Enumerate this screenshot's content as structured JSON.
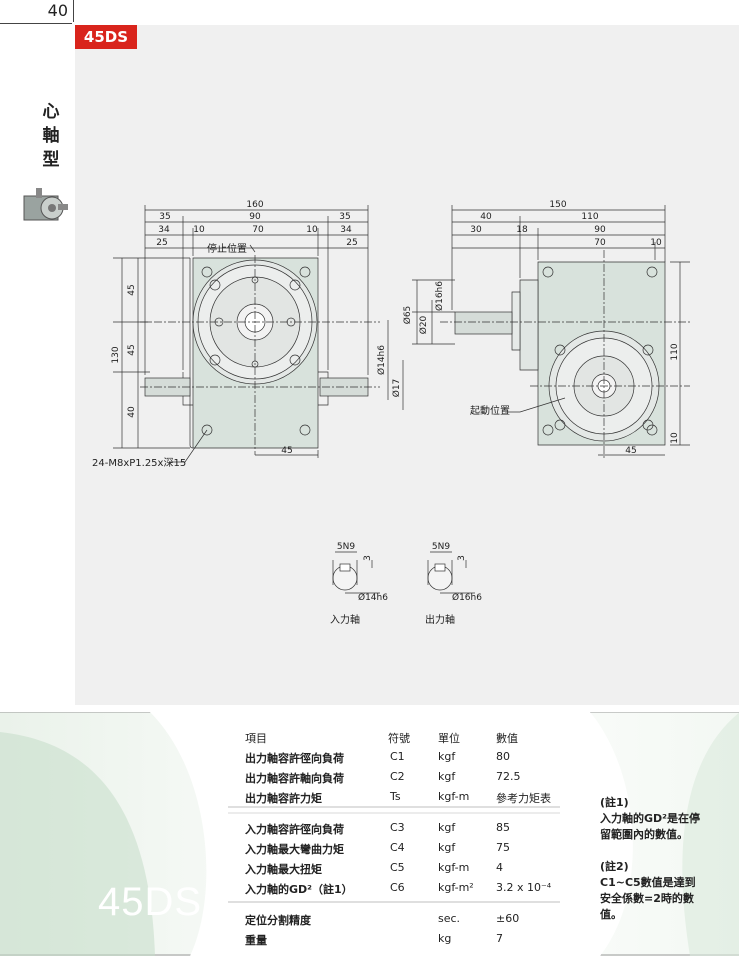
{
  "page_number": "40",
  "model_badge": "45DS",
  "side_title": [
    "心",
    "軸",
    "型"
  ],
  "drawing": {
    "front_dims_top": [
      "160",
      "35",
      "90",
      "35",
      "34",
      "10",
      "70",
      "10",
      "34",
      "25",
      "25"
    ],
    "stop_label": "停止位置",
    "left_dims": [
      "130",
      "45",
      "45",
      "40"
    ],
    "right_dims_front": [
      "Ø14h6",
      "Ø17"
    ],
    "bottom_dim_front": "45",
    "hole_callout": "24-M8xP1.25x深15",
    "side_dims_top": [
      "150",
      "40",
      "110",
      "30",
      "18",
      "90",
      "70",
      "10"
    ],
    "side_left_dims": [
      "Ø65",
      "Ø20",
      "Ø16h6"
    ],
    "start_label": "起動位置",
    "side_right_dims": [
      "110",
      "10"
    ],
    "side_bottom_dim": "45",
    "key1": {
      "width": "5N9",
      "depth": "3",
      "dia": "Ø14h6",
      "caption": "入力軸"
    },
    "key2": {
      "width": "5N9",
      "depth": "3",
      "dia": "Ø16h6",
      "caption": "出力軸"
    }
  },
  "table": {
    "headers": [
      "項目",
      "符號",
      "單位",
      "數值"
    ],
    "rows_output": [
      [
        "出力軸容許徑向負荷",
        "C1",
        "kgf",
        "80"
      ],
      [
        "出力軸容許軸向負荷",
        "C2",
        "kgf",
        "72.5"
      ],
      [
        "出力軸容許力矩",
        "Ts",
        "kgf-m",
        "參考力矩表"
      ]
    ],
    "rows_input": [
      [
        "入力軸容許徑向負荷",
        "C3",
        "kgf",
        "85"
      ],
      [
        "入力軸最大彎曲力矩",
        "C4",
        "kgf",
        "75"
      ],
      [
        "入力軸最大扭矩",
        "C5",
        "kgf-m",
        "4"
      ],
      [
        "入力軸的GD²（註1）",
        "C6",
        "kgf-m²",
        "3.2 x 10⁻⁴"
      ]
    ],
    "rows_other": [
      [
        "定位分割精度",
        "",
        "sec.",
        "±60"
      ],
      [
        "重量",
        "",
        "kg",
        "7"
      ]
    ],
    "big_model": "45DS",
    "notes": [
      "(註1)",
      "入力軸的GD²是在停",
      "留範圍內的數值。",
      "(註2)",
      "C1~C5數值是達到",
      "安全係數=2時的數",
      "值。"
    ]
  }
}
